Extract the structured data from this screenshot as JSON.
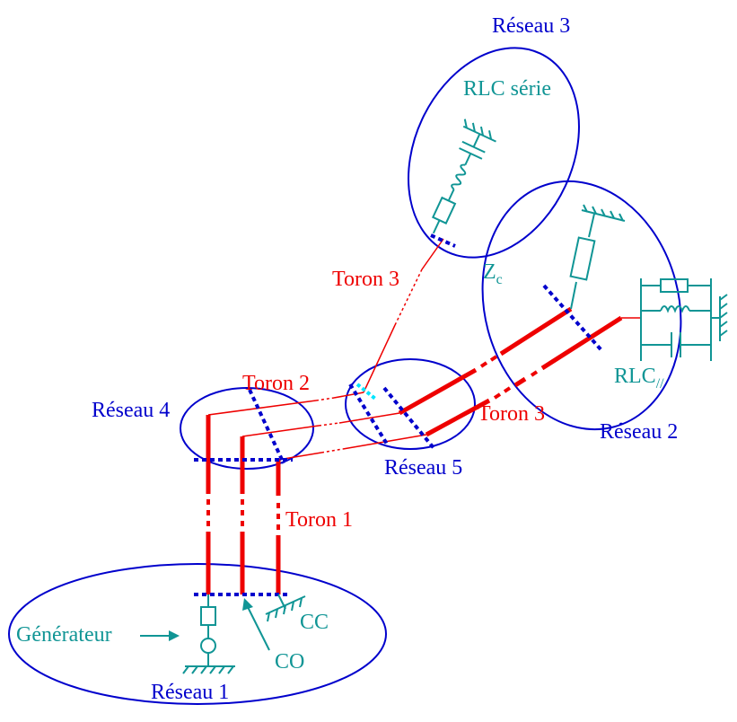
{
  "labels": {
    "reseau_1": "Réseau 1",
    "reseau_2": "Réseau 2",
    "reseau_3": "Réseau 3",
    "reseau_4": "Réseau 4",
    "reseau_5": "Réseau 5",
    "toron_1": "Toron 1",
    "toron_2": "Toron 2",
    "toron_3_top": "Toron 3",
    "toron_3_right": "Toron 3",
    "rlc_serie": "RLC série",
    "rlc_parallel": "RLC",
    "rlc_parallel_sub": "//",
    "zc": "Z",
    "zc_sub": "c",
    "generateur": "Générateur",
    "co": "CO",
    "cc": "CC"
  },
  "colors": {
    "network": "#0000cc",
    "cable": "#ee0000",
    "component": "#109595",
    "junction": "#00e5ff"
  }
}
